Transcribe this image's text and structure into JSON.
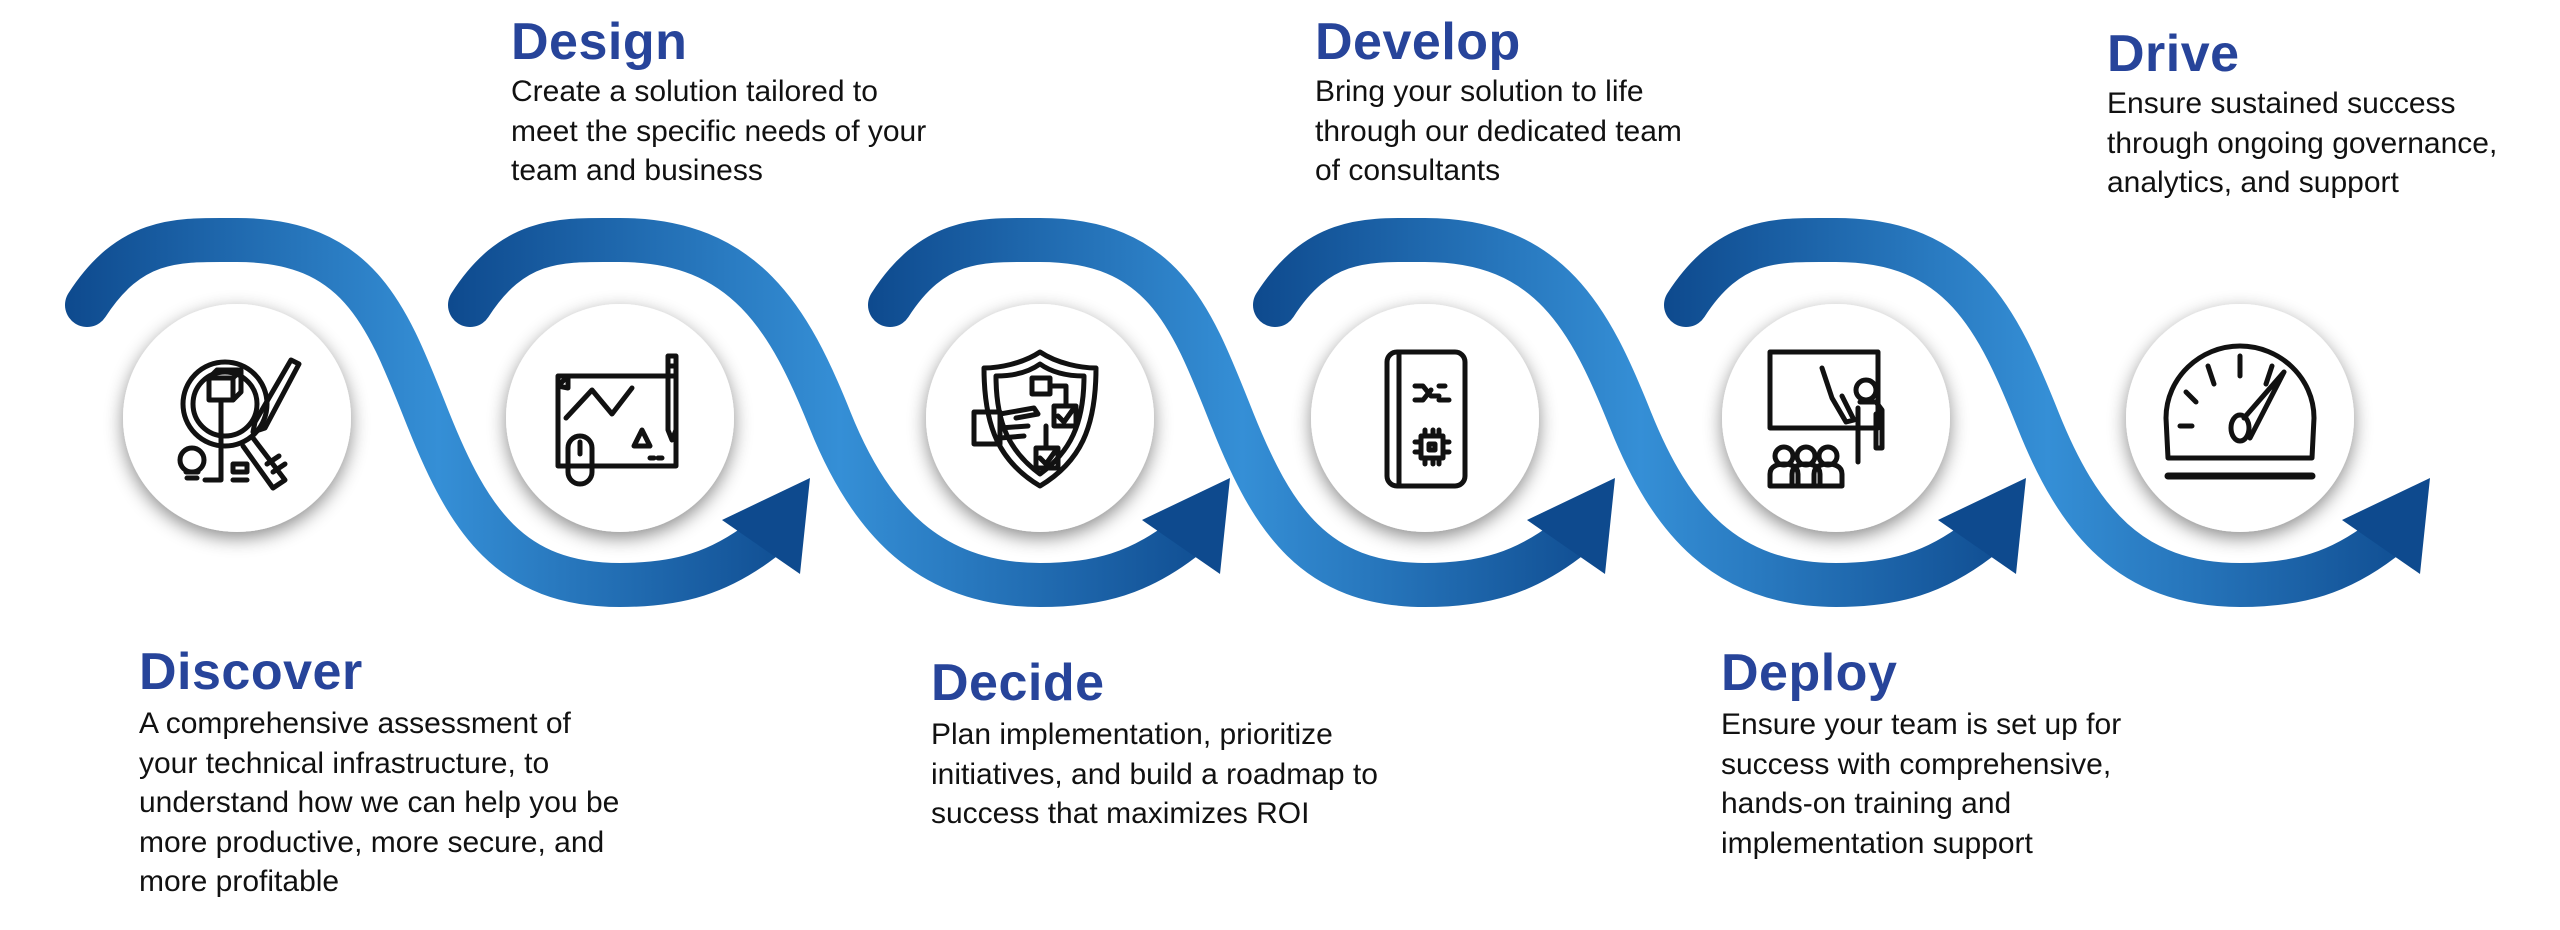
{
  "colors": {
    "title": "#27449a",
    "band_dark": "#0e4a8e",
    "band_light": "#358fd6",
    "text": "#111111"
  },
  "steps": [
    {
      "title": "Discover",
      "icon": "magnifier-pencil-icon",
      "lines": [
        "A comprehensive assessment of",
        "your technical infrastructure, to",
        "understand how we can help you be",
        "more productive, more secure, and",
        "more profitable"
      ]
    },
    {
      "title": "Design",
      "icon": "design-board-icon",
      "lines": [
        "Create a solution tailored to",
        "meet the specific needs of your",
        "team and business"
      ]
    },
    {
      "title": "Decide",
      "icon": "shield-checklist-icon",
      "lines": [
        "Plan implementation, prioritize",
        "initiatives, and build a roadmap to",
        "success that maximizes ROI"
      ]
    },
    {
      "title": "Develop",
      "icon": "circuit-book-icon",
      "lines": [
        "Bring your solution to life",
        "through our dedicated team",
        "of consultants"
      ]
    },
    {
      "title": "Deploy",
      "icon": "training-presentation-icon",
      "lines": [
        "Ensure your team is set up for",
        "success with comprehensive,",
        "hands-on training and",
        "implementation support"
      ]
    },
    {
      "title": "Drive",
      "icon": "speedometer-icon",
      "lines": [
        "Ensure sustained success",
        "through ongoing governance,",
        "analytics, and support"
      ]
    }
  ]
}
